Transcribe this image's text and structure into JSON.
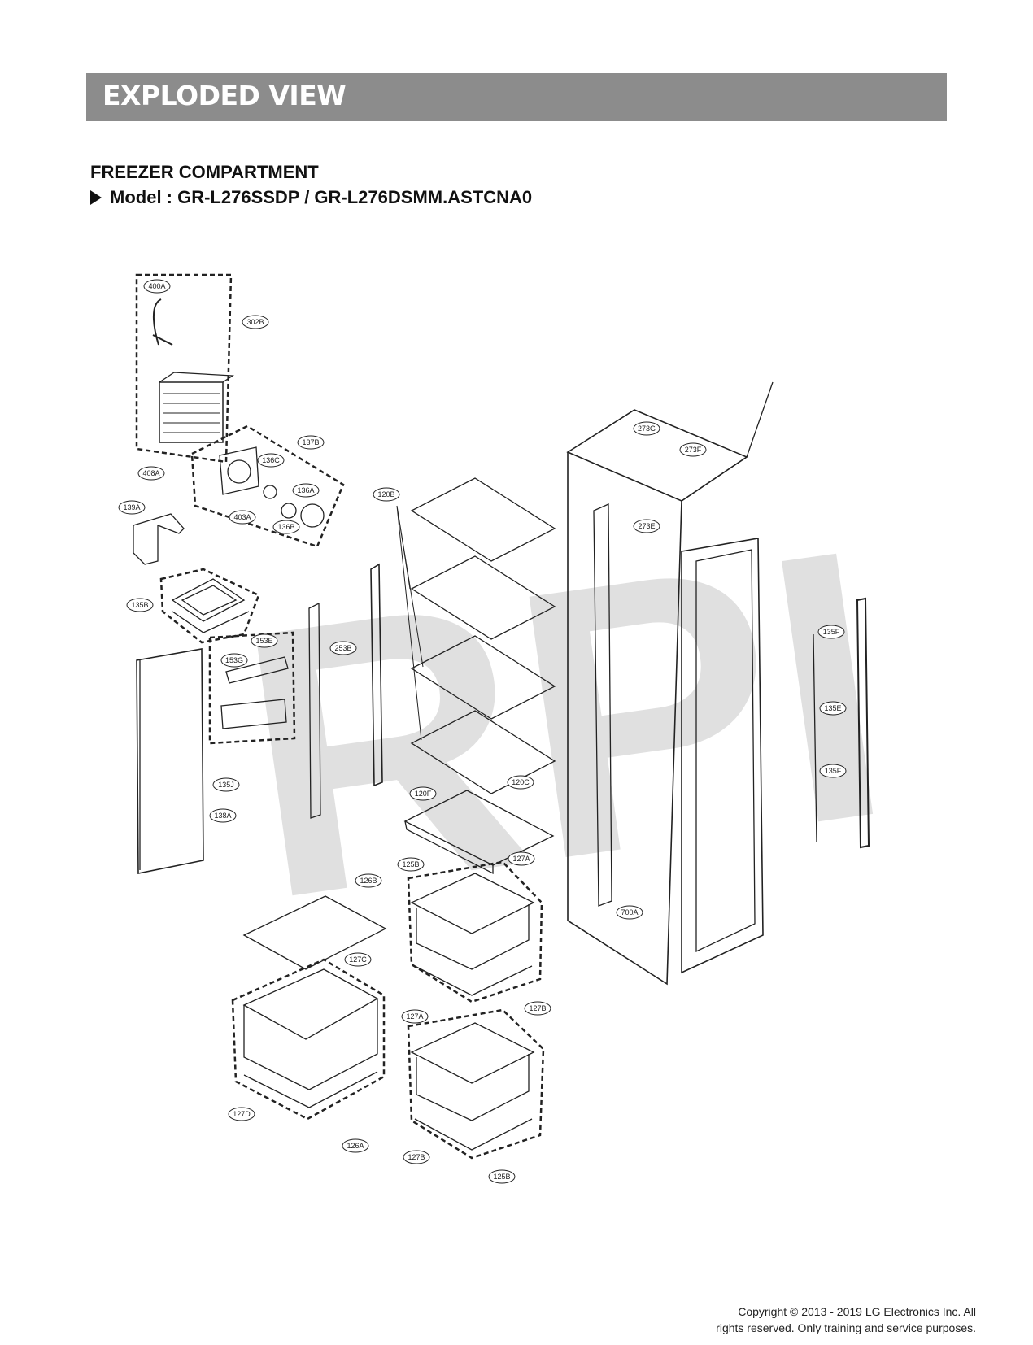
{
  "header": {
    "banner_title": "EXPLODED VIEW"
  },
  "section": {
    "title": "FREEZER COMPARTMENT",
    "model_line": "Model : GR-L276SSDP / GR-L276DSMM.ASTCNA0"
  },
  "watermark": "RPI",
  "part_labels": [
    "400A",
    "302B",
    "137B",
    "408A",
    "136C",
    "136A",
    "403A",
    "136B",
    "139A",
    "120B",
    "135B",
    "153E",
    "253B",
    "153G",
    "135J",
    "138A",
    "273G",
    "273F",
    "273E",
    "135F",
    "135E",
    "135F",
    "700A",
    "120F",
    "120C",
    "125B",
    "127A",
    "126B",
    "127C",
    "127B",
    "127A",
    "127D",
    "126A",
    "127B",
    "125B"
  ],
  "footer": {
    "copyright_line1": "Copyright © 2013 - 2019 LG Electronics Inc. All",
    "copyright_line2": "rights reserved. Only training and service purposes."
  }
}
